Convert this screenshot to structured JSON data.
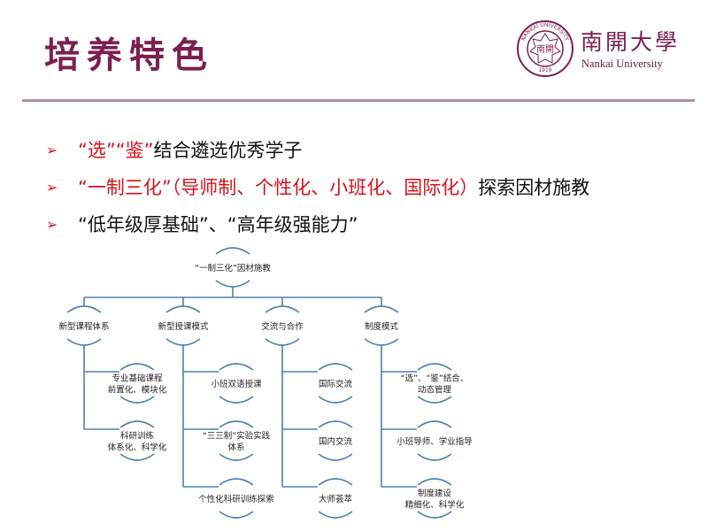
{
  "header": {
    "title": "培养特色",
    "logo": {
      "cn_name": "南開大學",
      "en_name": "Nankai University",
      "seal_text": "NANKAI UNIVERSITY",
      "seal_center": "南開",
      "seal_year": "1919"
    }
  },
  "bullets": [
    {
      "red": "“选”“鉴”",
      "black": "结合遴选优秀学子"
    },
    {
      "red": "“一制三化”（导师制、个性化、小班化、国际化）",
      "black": "探索因材施教"
    },
    {
      "red": "",
      "black": "“低年级厚基础”、“高年级强能力”"
    }
  ],
  "colors": {
    "title": "#7b1f50",
    "accent_red": "#d5121a",
    "line": "#4f7fb3"
  },
  "diagram": {
    "root": "“一制三化”因材施教",
    "branches": [
      {
        "label": "新型课程体系",
        "children": [
          [
            "专业基础课程",
            "前置化、模块化"
          ],
          [
            "科研训练",
            "体系化、科学化"
          ]
        ]
      },
      {
        "label": "新型授课模式",
        "children": [
          [
            "小班双语授课"
          ],
          [
            "“三三制”实验实践",
            "体系"
          ],
          [
            "个性化科研训练探索"
          ]
        ]
      },
      {
        "label": "交流与合作",
        "children": [
          [
            "国际交流"
          ],
          [
            "国内交流"
          ],
          [
            "大师荟萃"
          ]
        ]
      },
      {
        "label": "制度模式",
        "children": [
          [
            "“选”、“鉴”结合、",
            "动态管理"
          ],
          [
            "小班导师、学业指导"
          ],
          [
            "制度建设",
            "精细化、科学化"
          ]
        ]
      }
    ]
  }
}
